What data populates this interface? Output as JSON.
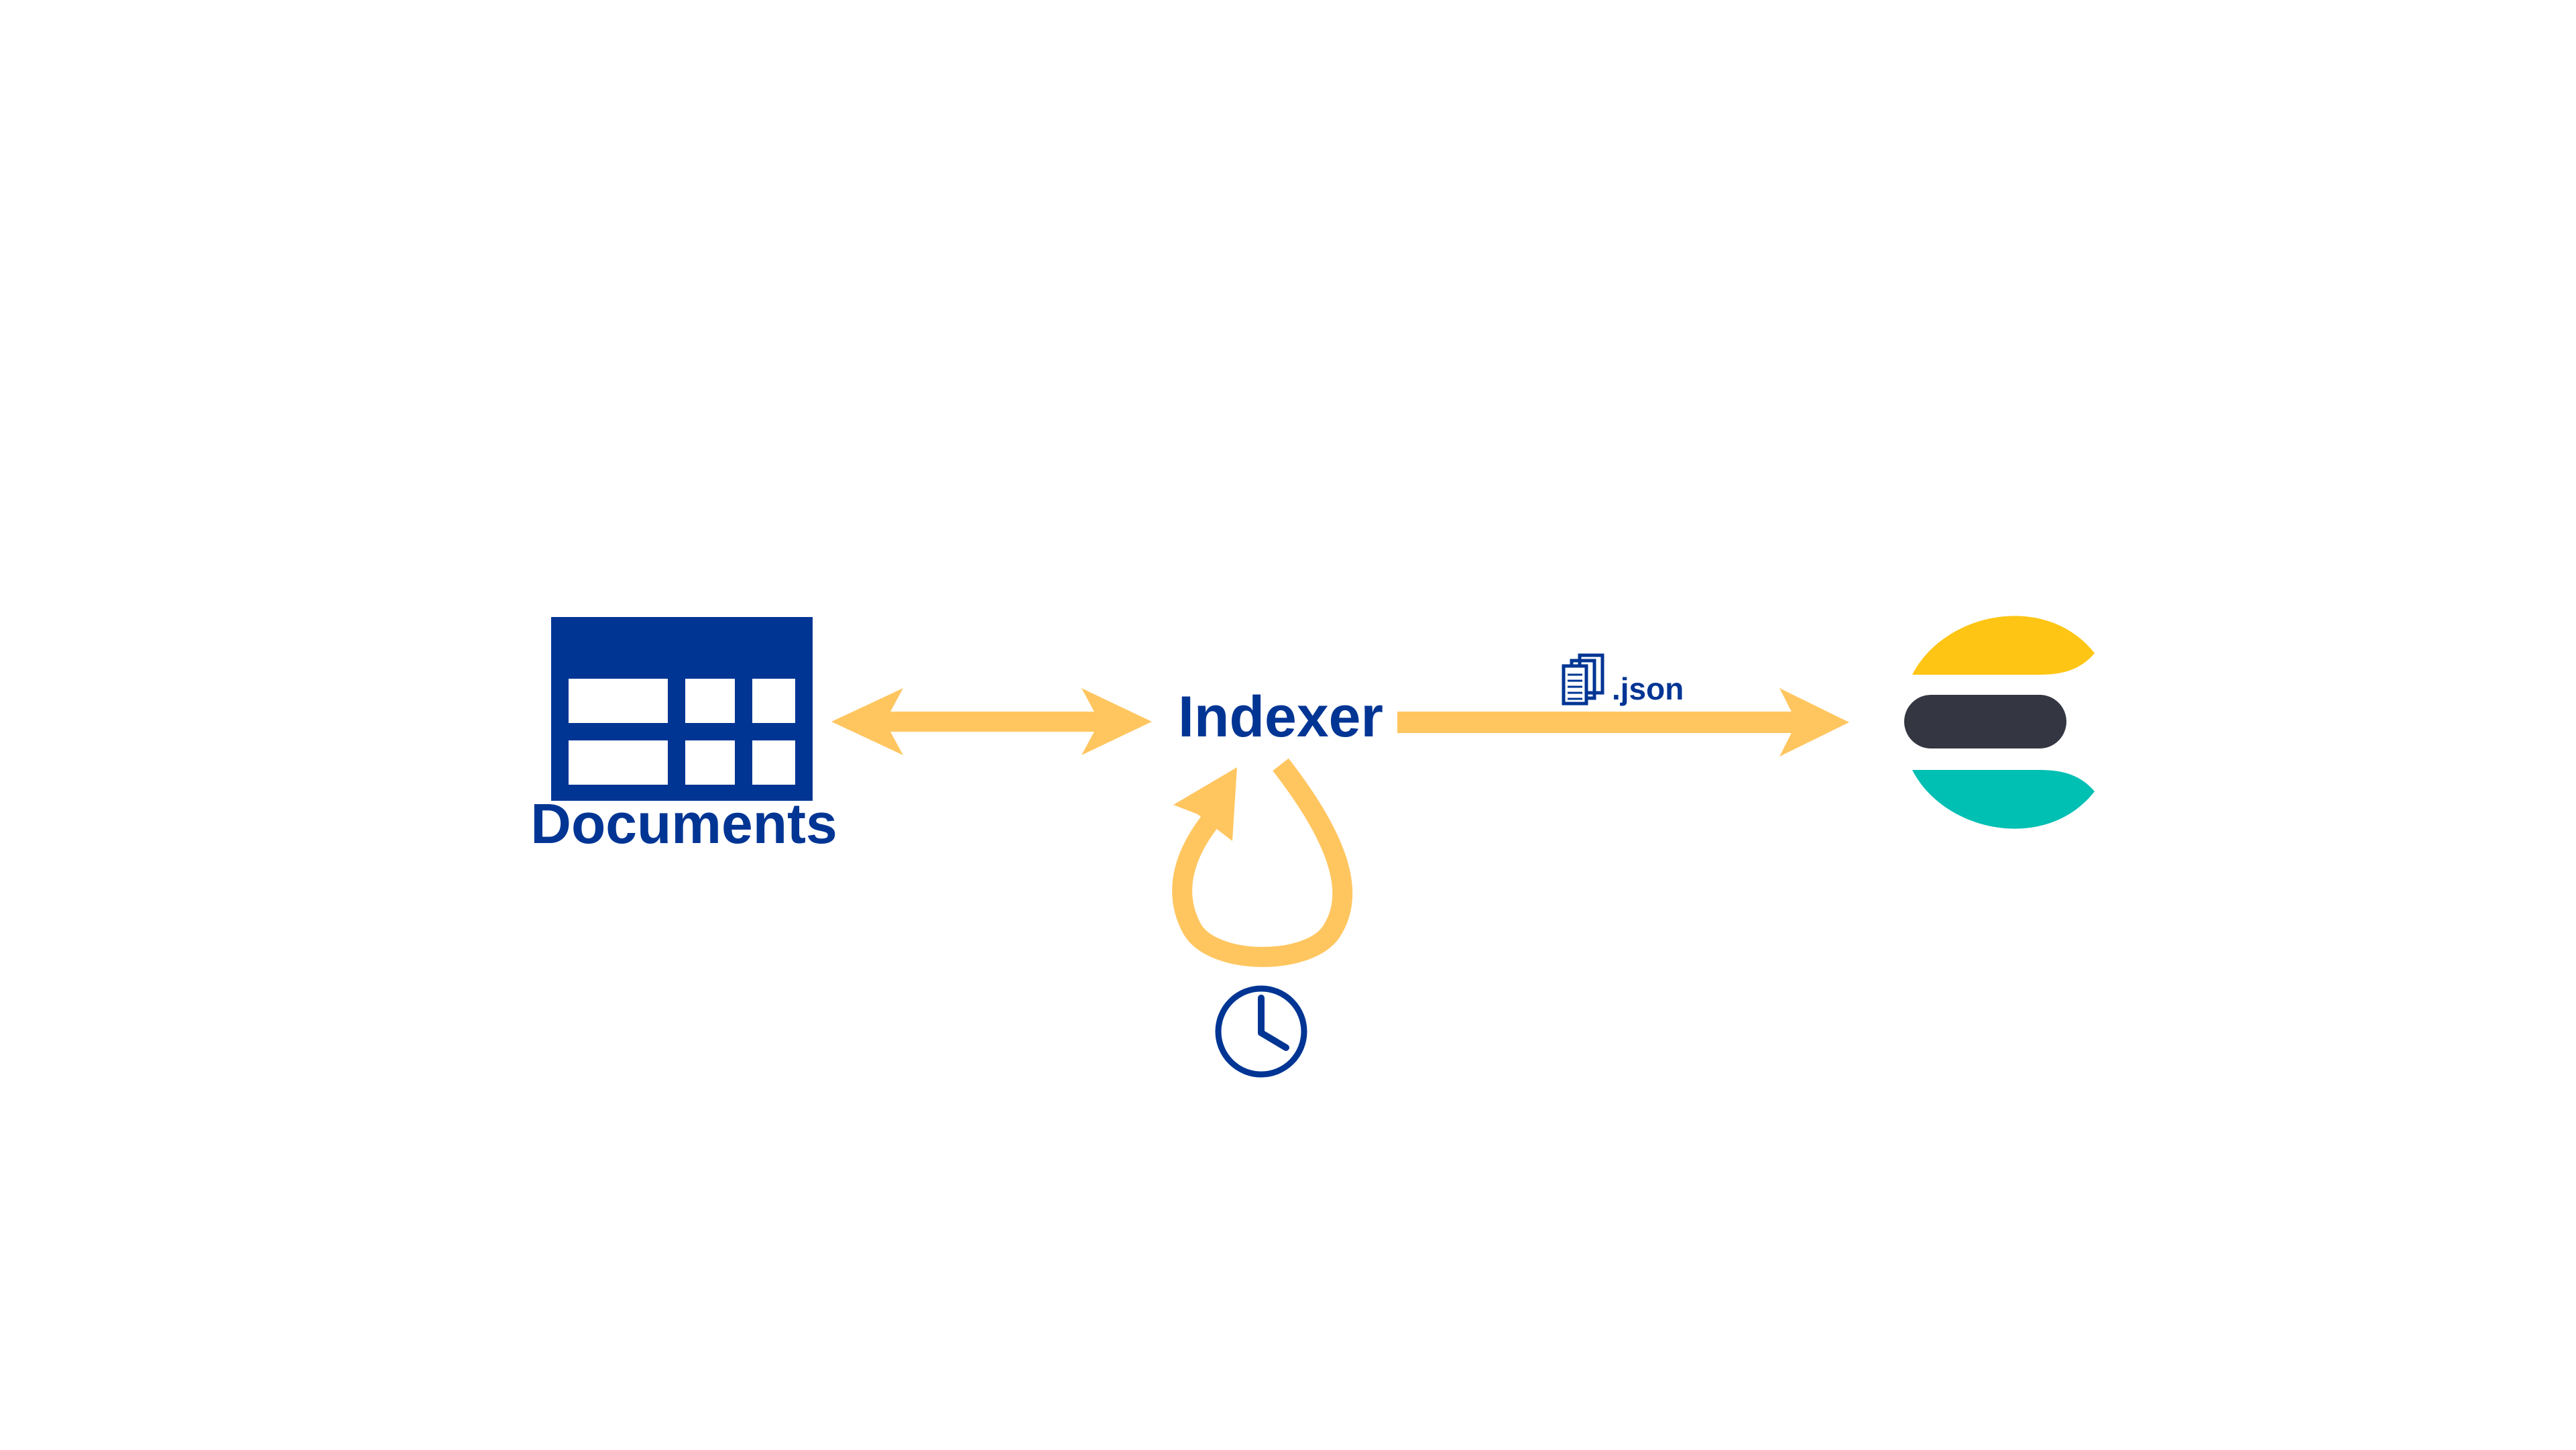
{
  "colors": {
    "primary_blue": "#003594",
    "arrow_orange": "#FFC660",
    "elastic_yellow": "#FEC514",
    "elastic_dark": "#343741",
    "elastic_teal": "#00BFB3",
    "background": "#FFFFFF"
  },
  "nodes": {
    "documents": {
      "label": "Documents",
      "icon": "table-icon"
    },
    "indexer": {
      "label": "Indexer"
    },
    "schedule": {
      "icon": "clock-icon"
    },
    "destination": {
      "icon": "elasticsearch-logo"
    }
  },
  "edges": {
    "documents_indexer": {
      "direction": "bidirectional"
    },
    "indexer_loop": {
      "type": "self-loop"
    },
    "indexer_destination": {
      "direction": "forward",
      "label": ".json",
      "icon": "json-file-icon"
    }
  }
}
